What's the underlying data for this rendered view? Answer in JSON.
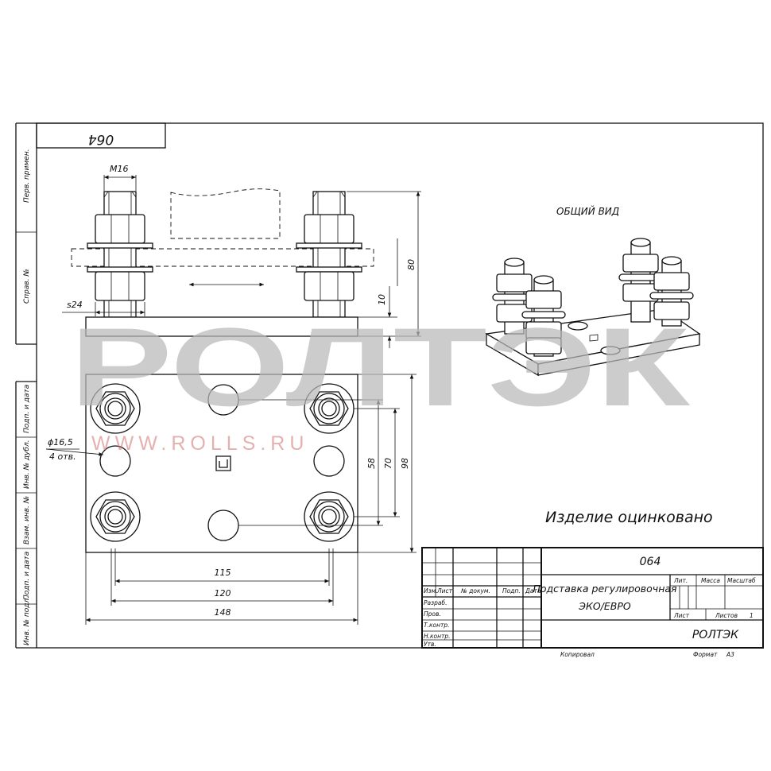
{
  "drawing_code_top": "064",
  "view_label": "ОБЩИЙ ВИД",
  "note": "Изделие оцинковано",
  "dims": {
    "thread": "M16",
    "wrench": "s24",
    "height_total": "80",
    "plate_thickness": "10",
    "hole_diameter": "ϕ16,5",
    "hole_count": "4 отв.",
    "v_58": "58",
    "v_70": "70",
    "v_98": "98",
    "h_115": "115",
    "h_120": "120",
    "h_148": "148"
  },
  "left_strip": {
    "perv_primen": "Перв. примен.",
    "sprav_no": "Справ. №",
    "podp_data_1": "Подп. и дата",
    "inv_dubl": "Инв. № дубл.",
    "vzam_inv": "Взам. инв. №",
    "podp_data_2": "Подп. и дата",
    "inv_podl": "Инв. № подл."
  },
  "title_block": {
    "code": "064",
    "name_line1": "Подставка регулировочная",
    "name_line2": "ЭКО/ЕВРО",
    "company": "РОЛТЭК",
    "col_izm": "Изм.",
    "col_list": "Лист",
    "col_docnum": "№ докум.",
    "col_podp": "Подп.",
    "col_data": "Дата",
    "razrab": "Разраб.",
    "prov": "Пров.",
    "tkontr": "Т.контр.",
    "nkontr": "Н.контр.",
    "utv": "Утв.",
    "lit": "Лит.",
    "massa": "Масса",
    "masshtab": "Масштаб",
    "list_label": "Лист",
    "listov_label": "Листов",
    "listov_value": "1",
    "kopiroval": "Копировал",
    "format_label": "Формат",
    "format_value": "А3"
  },
  "watermark": {
    "brand": "РОЛТЭК",
    "url": "WWW.ROLLS.RU"
  },
  "colors": {
    "line": "#111111",
    "watermark": "#b9b9b9",
    "watermark_url": "#d07070"
  }
}
